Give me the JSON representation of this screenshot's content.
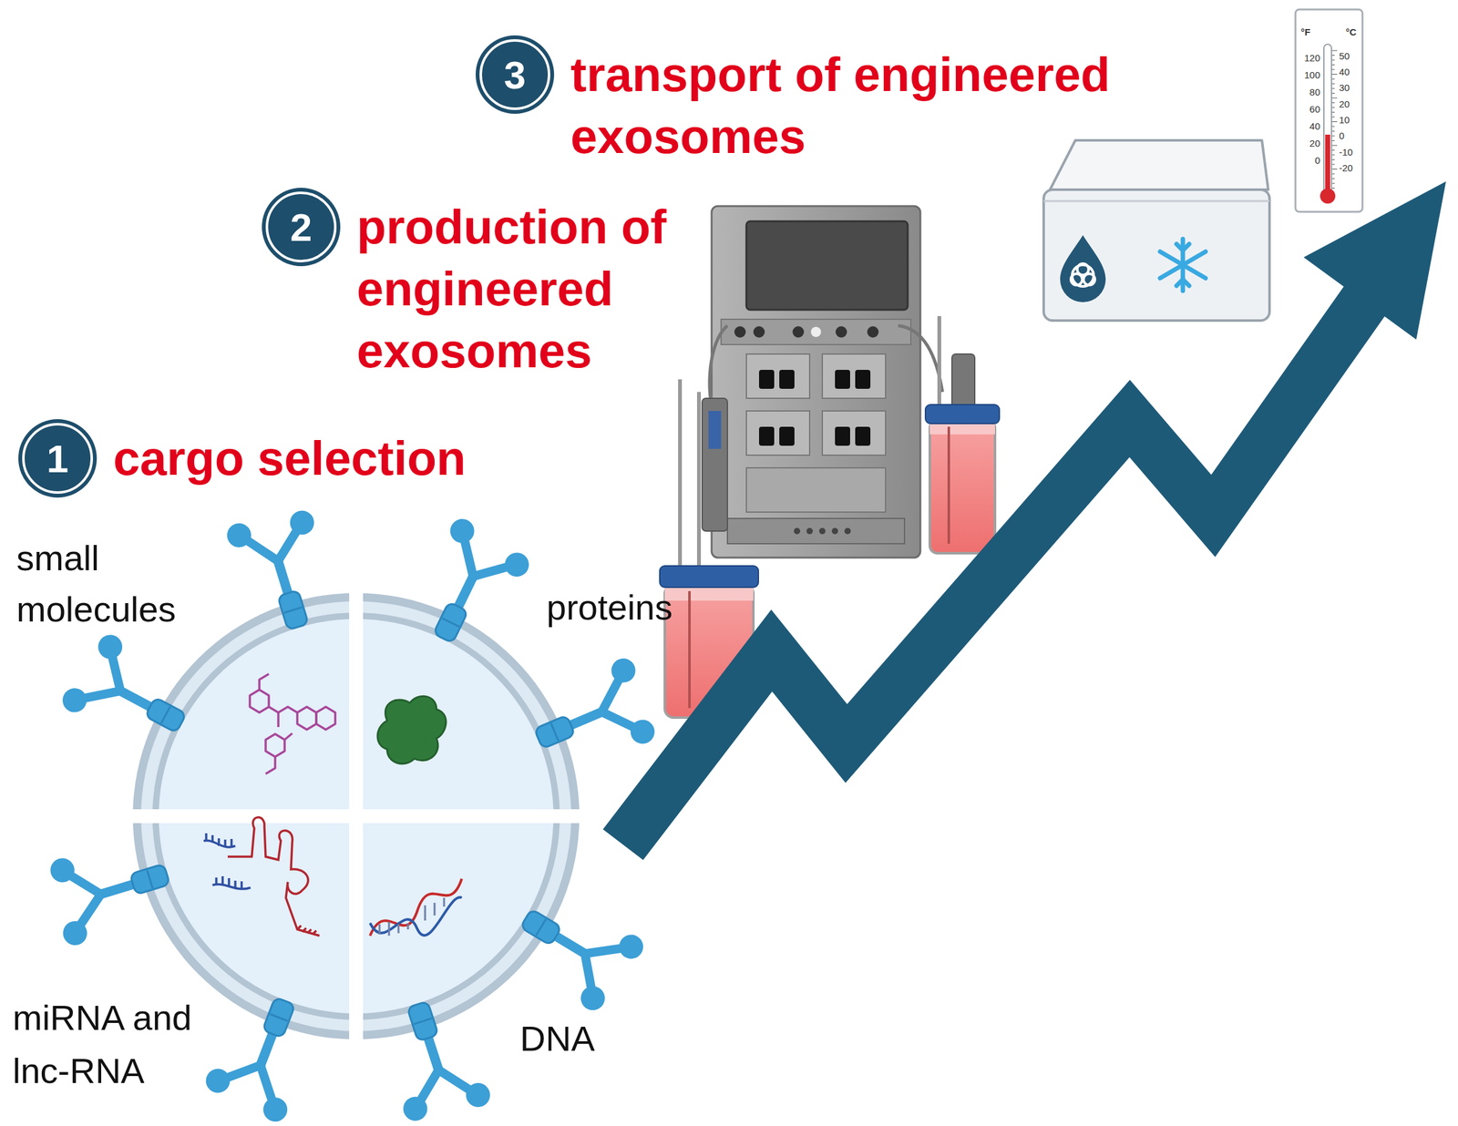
{
  "diagram": {
    "nodes": [
      {
        "text": [
          "1",
          "cargo selection"
        ]
      },
      {
        "text": [
          "2",
          "production of engineered exosomes"
        ]
      },
      {
        "text": [
          "3",
          "transport of engineered exosomes"
        ]
      }
    ],
    "labels": [
      "small molecules",
      "proteins",
      "miRNA and lnc-RNA",
      "DNA",
      "°F",
      "°C",
      "120",
      "100",
      "80",
      "60",
      "40",
      "20",
      "0",
      "50",
      "40",
      "30",
      "20",
      "10",
      "0",
      "-10",
      "-20"
    ]
  }
}
